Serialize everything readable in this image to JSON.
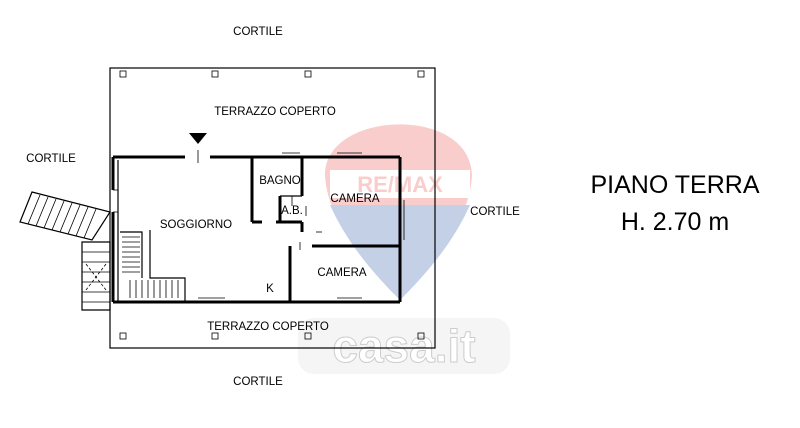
{
  "title": {
    "line1": "PIANO TERRA",
    "line2": "H. 2.70 m"
  },
  "labels": {
    "cortile_top": "CORTILE",
    "cortile_left": "CORTILE",
    "cortile_right": "CORTILE",
    "cortile_bottom": "CORTILE",
    "terrazzo_top": "TERRAZZO COPERTO",
    "terrazzo_bottom": "TERRAZZO COPERTO",
    "bagno": "BAGNO",
    "ab": "A.B.",
    "camera_1": "CAMERA",
    "camera_2": "CAMERA",
    "soggiorno": "SOGGIORNO",
    "k": "K"
  },
  "watermarks": {
    "remax": "RE/MAX",
    "casa": "casa.it"
  },
  "colors": {
    "line": "#000000",
    "remax_red": "#e8504a",
    "remax_blue": "#2a5aa8",
    "watermark_gray": "#dddddd"
  }
}
